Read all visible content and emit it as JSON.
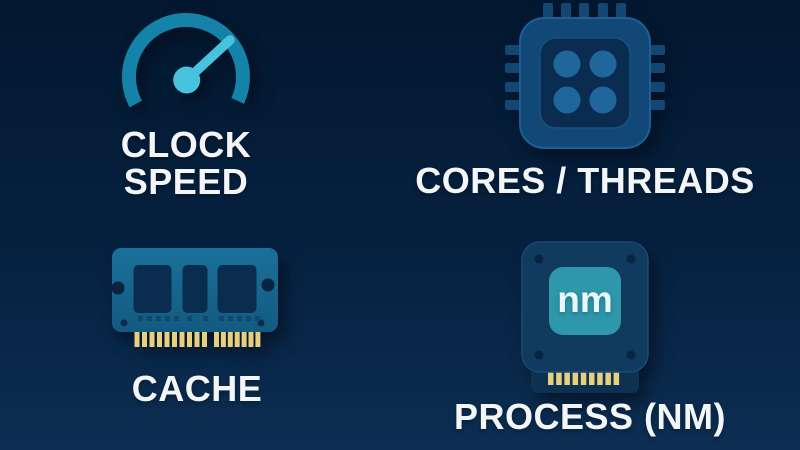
{
  "title": "CPU specification icons infographic",
  "theme": {
    "bg-top": "#031830",
    "bg-mid": "#062140",
    "bg-bottom": "#0c2e52",
    "label-color": "#f3f5f7",
    "gauge-arc": "#1583a9",
    "gauge-needle": "#47c3dd",
    "chip-body": "#124878",
    "chip-plate": "#0a2c50",
    "chip-dot": "#1e669c",
    "pin-blue": "#134673",
    "ram-board-top": "#1a7099",
    "ram-board-bottom": "#135a80",
    "ram-chip": "#0a2c4e",
    "gold-pin": "#e6d07e",
    "nm-body": "#113a5f",
    "nm-tab": "#0d3153",
    "nm-square": "#2e97ab",
    "nm-text-color": "#e9f7fa"
  },
  "items": {
    "clock_speed": {
      "icon": "speedometer-icon",
      "label_line1": "CLOCK",
      "label_line2": "SPEED"
    },
    "cores_threads": {
      "icon": "cpu-chip-icon",
      "label": "CORES / THREADS"
    },
    "cache": {
      "icon": "ram-module-icon",
      "label": "CACHE"
    },
    "process": {
      "icon": "nm-wafer-chip-icon",
      "label": "PROCESS (NM)",
      "chip_text": "nm"
    }
  }
}
